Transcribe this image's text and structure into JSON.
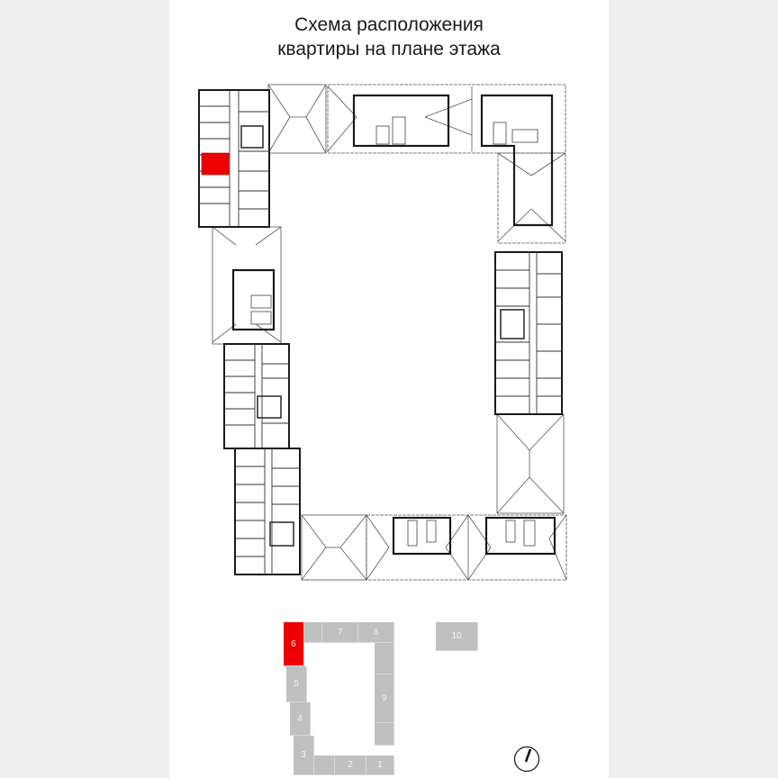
{
  "title": {
    "line1": "Схема расположения",
    "line2": "квартиры на плане этажа"
  },
  "colors": {
    "background": "#efefef",
    "panel": "#ffffff",
    "highlight": "#ee0000",
    "section_gray": "#c0c0c0",
    "wall": "#1a1a1a"
  },
  "floor_plan": {
    "highlighted_apartment": "apartment in section 6",
    "sections": [
      "1",
      "2",
      "3",
      "4",
      "5",
      "6",
      "7",
      "8",
      "9",
      "10"
    ]
  },
  "key_plan": {
    "active_section": "6",
    "sections": [
      {
        "id": "6",
        "label": "6",
        "active": true
      },
      {
        "id": "7a",
        "label": "",
        "active": false
      },
      {
        "id": "7",
        "label": "7",
        "active": false
      },
      {
        "id": "8",
        "label": "8",
        "active": false
      },
      {
        "id": "8b",
        "label": "",
        "active": false
      },
      {
        "id": "5",
        "label": "5",
        "active": false
      },
      {
        "id": "9",
        "label": "9",
        "active": false
      },
      {
        "id": "9b",
        "label": "",
        "active": false
      },
      {
        "id": "4",
        "label": "4",
        "active": false
      },
      {
        "id": "3",
        "label": "3",
        "active": false
      },
      {
        "id": "2a",
        "label": "",
        "active": false
      },
      {
        "id": "2",
        "label": "2",
        "active": false
      },
      {
        "id": "1",
        "label": "1",
        "active": false
      },
      {
        "id": "10",
        "label": "10",
        "active": false
      }
    ]
  },
  "compass": {
    "icon": "north-arrow-icon"
  }
}
